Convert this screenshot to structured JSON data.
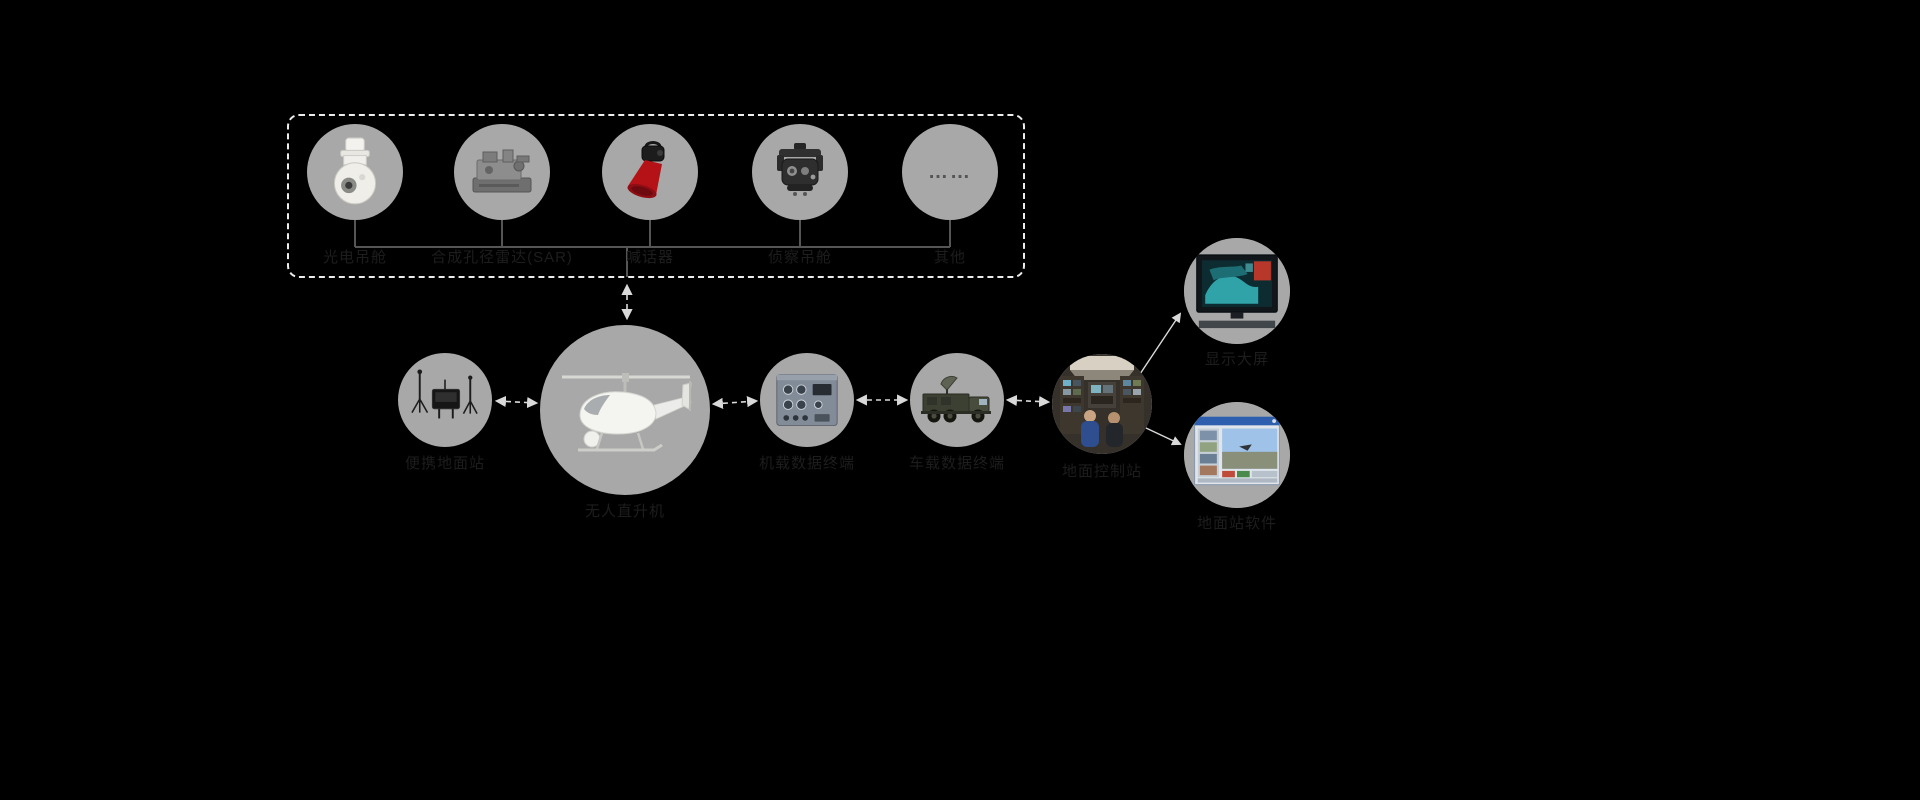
{
  "diagram": {
    "payload_box": {
      "ellipsis": "……",
      "payloads": [
        {
          "label": "光电吊舱",
          "icon": "eo-pod-icon"
        },
        {
          "label": "合成孔径雷达(SAR)",
          "icon": "sar-radar-icon"
        },
        {
          "label": "喊话器",
          "icon": "loudspeaker-icon"
        },
        {
          "label": "侦察吊舱",
          "icon": "recon-gimbal-icon"
        },
        {
          "label": "其他",
          "icon": "more-payloads-icon"
        }
      ]
    },
    "nodes": {
      "ground_station": {
        "label": "便携地面站",
        "icon": "portable-ground-station-icon"
      },
      "helicopter": {
        "label": "无人直升机",
        "icon": "unmanned-helicopter-icon"
      },
      "airborne_terminal": {
        "label": "机载数据终端",
        "icon": "airborne-terminal-icon"
      },
      "vehicle_terminal": {
        "label": "车载数据终端",
        "icon": "vehicle-terminal-icon"
      },
      "control_cabin": {
        "label": "地面控制站",
        "icon": "control-cabin-icon"
      },
      "display_screen": {
        "label": "显示大屏",
        "icon": "display-screen-icon"
      },
      "gcs_software": {
        "label": "地面站软件",
        "icon": "gcs-software-icon"
      }
    },
    "colors": {
      "background": "#000000",
      "node_circle": "#a8a8a8",
      "dashed_border": "#ededed",
      "arrow": "#d9d9d9",
      "bus_line": "#555555",
      "label_text": "#1d1d1d",
      "horn_red": "#b51218"
    }
  }
}
